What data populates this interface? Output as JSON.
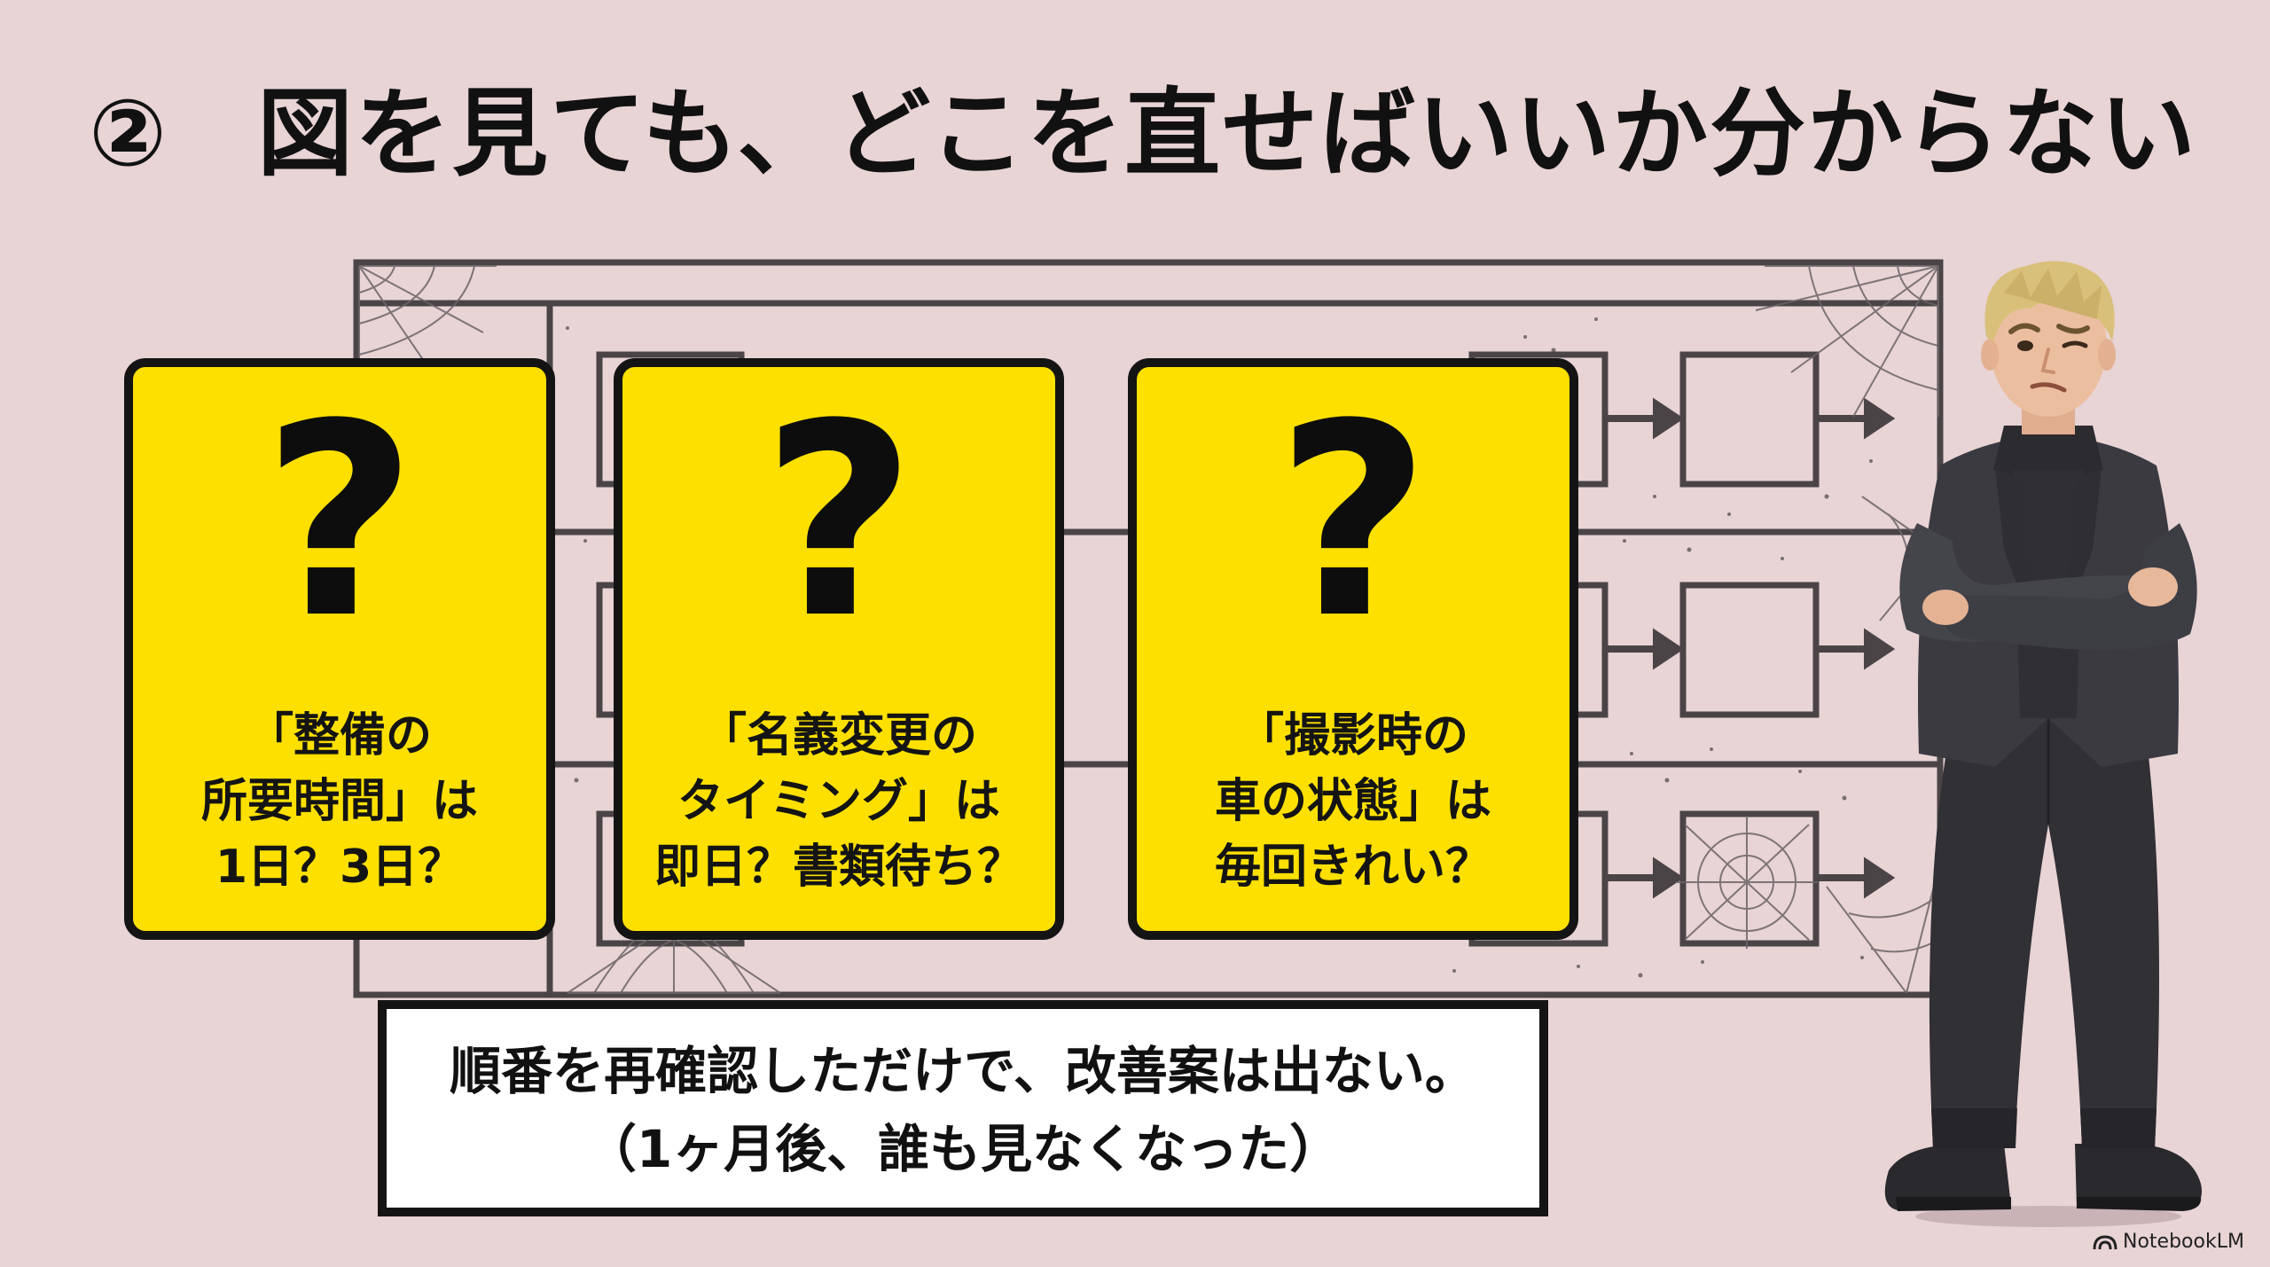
{
  "title": {
    "number": "②",
    "text": "図を見ても、どこを直せばいいか分からない"
  },
  "cards": [
    {
      "mark": "?",
      "lines": [
        "「整備の",
        "所要時間」は",
        "1日？3日？"
      ]
    },
    {
      "mark": "?",
      "lines": [
        "「名義変更の",
        "タイミング」は",
        "即日？書類待ち？"
      ]
    },
    {
      "mark": "?",
      "lines": [
        "「撮影時の",
        "車の状態」は",
        "毎回きれい？"
      ]
    }
  ],
  "caption": {
    "line1": "順番を再確認しただけで、改善案は出ない。",
    "line2": "（1ヶ月後、誰も見なくなった）"
  },
  "brand": {
    "label": "NotebookLM"
  },
  "illustration": {
    "background": "dusty-swimlane-flowchart-with-cobwebs",
    "character": "confused-man-arms-crossed-icon"
  },
  "colors": {
    "background": "#e8d3d5",
    "card": "#fde000",
    "ink": "#141414",
    "caption_bg": "#ffffff"
  }
}
